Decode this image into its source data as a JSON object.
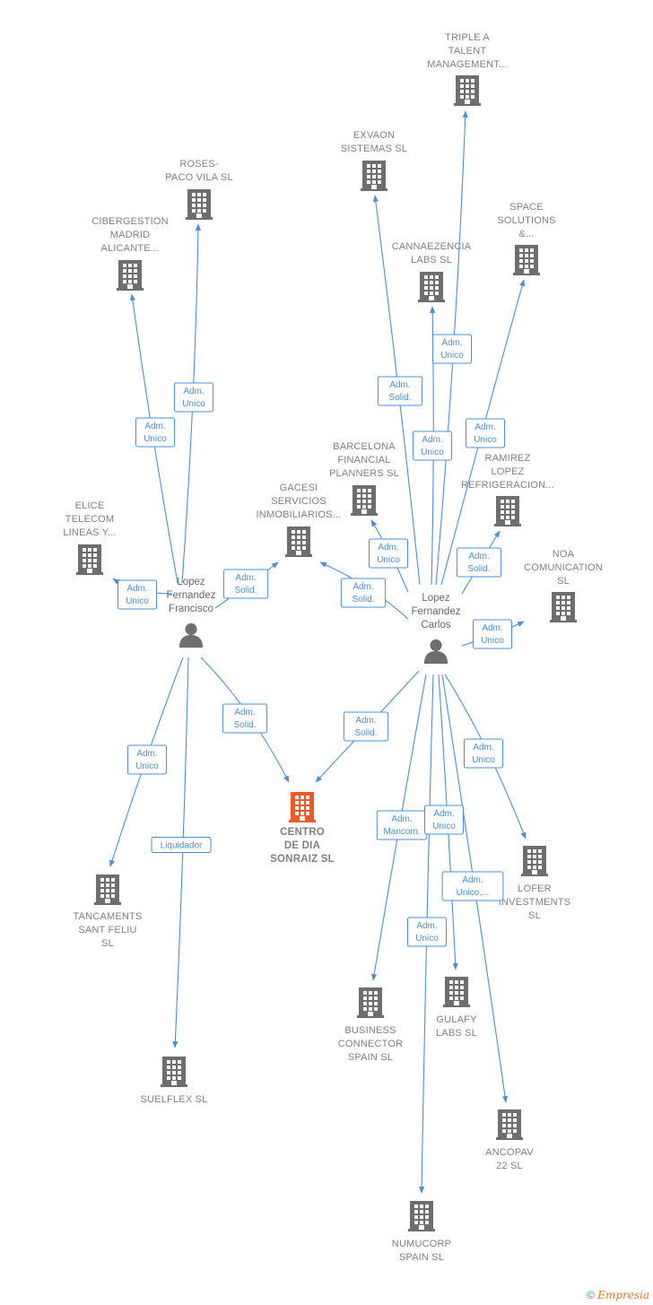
{
  "colors": {
    "edge": "#4a90d9",
    "company": "#6e6e6e",
    "focus": "#f05a28",
    "person": "#6e6e6e"
  },
  "focus": {
    "lines": [
      "CENTRO",
      "DE DIA",
      "SONRAIZ  SL"
    ]
  },
  "persons": [
    {
      "id": "p1",
      "lines": [
        "Lopez",
        "Fernandez",
        "Francisco"
      ]
    },
    {
      "id": "p2",
      "lines": [
        "Lopez",
        "Fernandez",
        "Carlos"
      ]
    }
  ],
  "companies": [
    {
      "id": "triple",
      "lines": [
        "TRIPLE A",
        "TALENT",
        "MANAGEMENT..."
      ]
    },
    {
      "id": "exvaon",
      "lines": [
        "EXVAON",
        "SISTEMAS SL"
      ]
    },
    {
      "id": "roses",
      "lines": [
        "ROSES-",
        "PACO VILA SL"
      ]
    },
    {
      "id": "ciber",
      "lines": [
        "CIBERGESTION",
        "MADRID",
        "ALICANTE..."
      ]
    },
    {
      "id": "space",
      "lines": [
        "SPACE",
        "SOLUTIONS",
        "&..."
      ]
    },
    {
      "id": "canna",
      "lines": [
        "CANNAEZENCIA",
        "LABS  SL"
      ]
    },
    {
      "id": "barcelona",
      "lines": [
        "BARCELONA",
        "FINANCIAL",
        "PLANNERS  SL"
      ]
    },
    {
      "id": "ramirez",
      "lines": [
        "RAMIREZ",
        "LOPEZ",
        "REFRIGERACION..."
      ]
    },
    {
      "id": "gacesi",
      "lines": [
        "GACESI",
        "SERVICIOS",
        "INMOBILIARIOS..."
      ]
    },
    {
      "id": "elice",
      "lines": [
        "ELICE",
        "TELECOM",
        "LINEAS Y..."
      ]
    },
    {
      "id": "noa",
      "lines": [
        "NOA",
        "COMUNICATION",
        "SL"
      ]
    },
    {
      "id": "lofer",
      "lines": [
        "LOFER",
        "INVESTMENTS",
        "SL"
      ]
    },
    {
      "id": "tancaments",
      "lines": [
        "TANCAMENTS",
        "SANT FELIU",
        "SL"
      ]
    },
    {
      "id": "business",
      "lines": [
        "BUSINESS",
        "CONNECTOR",
        "SPAIN  SL"
      ]
    },
    {
      "id": "gulafy",
      "lines": [
        "GULAFY",
        "LABS  SL"
      ]
    },
    {
      "id": "suelflex",
      "lines": [
        "SUELFLEX SL"
      ]
    },
    {
      "id": "ancopav",
      "lines": [
        "ANCOPAV",
        "22 SL"
      ]
    },
    {
      "id": "numucorp",
      "lines": [
        "NUMUCORP",
        "SPAIN  SL"
      ]
    }
  ],
  "edges": [
    {
      "from": "p1",
      "to": "ciber",
      "label": [
        "Adm.",
        "Unico"
      ]
    },
    {
      "from": "p1",
      "to": "roses",
      "label": [
        "Adm.",
        "Unico"
      ]
    },
    {
      "from": "p1",
      "to": "elice",
      "label": [
        "Adm.",
        "Unico"
      ]
    },
    {
      "from": "p1",
      "to": "gacesi",
      "label": [
        "Adm.",
        "Solid."
      ]
    },
    {
      "from": "p1",
      "to": "focus",
      "label": [
        "Adm.",
        "Solid."
      ]
    },
    {
      "from": "p1",
      "to": "tancaments",
      "label": [
        "Adm.",
        "Unico"
      ]
    },
    {
      "from": "p1",
      "to": "suelflex",
      "label": [
        "Liquidador"
      ]
    },
    {
      "from": "p2",
      "to": "triple",
      "label": [
        "Adm.",
        "Unico"
      ]
    },
    {
      "from": "p2",
      "to": "exvaon",
      "label": [
        "Adm.",
        "Solid."
      ]
    },
    {
      "from": "p2",
      "to": "canna",
      "label": [
        "Adm.",
        "Unico"
      ]
    },
    {
      "from": "p2",
      "to": "space",
      "label": [
        "Adm.",
        "Unico"
      ]
    },
    {
      "from": "p2",
      "to": "barcelona",
      "label": [
        "Adm.",
        "Unico"
      ]
    },
    {
      "from": "p2",
      "to": "ramirez",
      "label": [
        "Adm.",
        "Solid."
      ]
    },
    {
      "from": "p2",
      "to": "gacesi",
      "label": [
        "Adm.",
        "Solid."
      ]
    },
    {
      "from": "p2",
      "to": "noa",
      "label": [
        "Adm.",
        "Unico"
      ]
    },
    {
      "from": "p2",
      "to": "focus",
      "label": [
        "Adm.",
        "Solid."
      ]
    },
    {
      "from": "p2",
      "to": "lofer",
      "label": [
        "Adm.",
        "Unico"
      ]
    },
    {
      "from": "p2",
      "to": "business",
      "label": [
        "Adm.",
        "Mancom."
      ]
    },
    {
      "from": "p2",
      "to": "gulafy",
      "label": [
        "Adm.",
        "Unico"
      ]
    },
    {
      "from": "p2",
      "to": "ancopav",
      "label": [
        "Adm.",
        "Unico,..."
      ]
    },
    {
      "from": "p2",
      "to": "numucorp",
      "label": [
        "Adm.",
        "Unico"
      ]
    }
  ],
  "footer": {
    "copyright": "©",
    "brand": "Empresia"
  }
}
